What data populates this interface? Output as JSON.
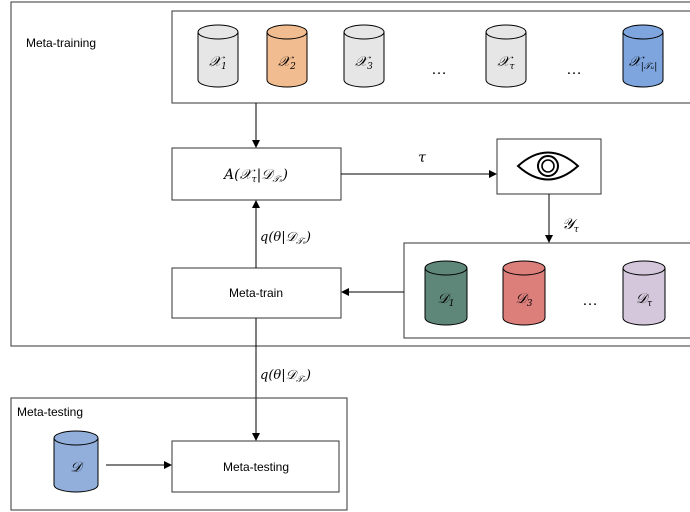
{
  "meta_training": {
    "title": "Meta-training",
    "unlabeled_pool": [
      {
        "symbol": "𝒳",
        "sub": "1",
        "color": "#e6e6e6"
      },
      {
        "symbol": "𝒳",
        "sub": "2",
        "color": "#f2bc91"
      },
      {
        "symbol": "𝒳",
        "sub": "3",
        "color": "#e6e6e6"
      },
      {
        "symbol": "𝒳",
        "sub": "τ",
        "color": "#e6e6e6"
      },
      {
        "symbol": "𝒳",
        "sub": "|𝒯ᵤ|",
        "color": "#7ea5de"
      }
    ],
    "ellipsis": "…",
    "acquisition": {
      "prefix": "A(𝒳",
      "sub1": "τ",
      "mid": "|𝒟",
      "sub2": "𝒯ₛ",
      "suffix": ")"
    },
    "tau_label": "τ",
    "oracle_icon": "eye-icon",
    "y_label": {
      "symbol": "𝒴",
      "sub": "τ"
    },
    "labeled_sets": [
      {
        "symbol": "𝒟",
        "sub": "1",
        "color": "#5e8679"
      },
      {
        "symbol": "𝒟",
        "sub": "3",
        "color": "#dc7f7b"
      },
      {
        "symbol": "𝒟",
        "sub": "τ",
        "color": "#d4c7dc"
      }
    ],
    "meta_train_label": "Meta-train",
    "posterior_label": {
      "prefix": "q(θ|𝒟",
      "sub": "𝒯ₛ",
      "suffix": ")"
    }
  },
  "meta_testing": {
    "title": "Meta-testing",
    "dataset": {
      "symbol": "𝒟",
      "color": "#92afdc"
    },
    "box_label": "Meta-testing",
    "posterior_label": {
      "prefix": "q(θ|𝒟",
      "sub": "𝒯ₛ",
      "suffix": ")"
    }
  }
}
